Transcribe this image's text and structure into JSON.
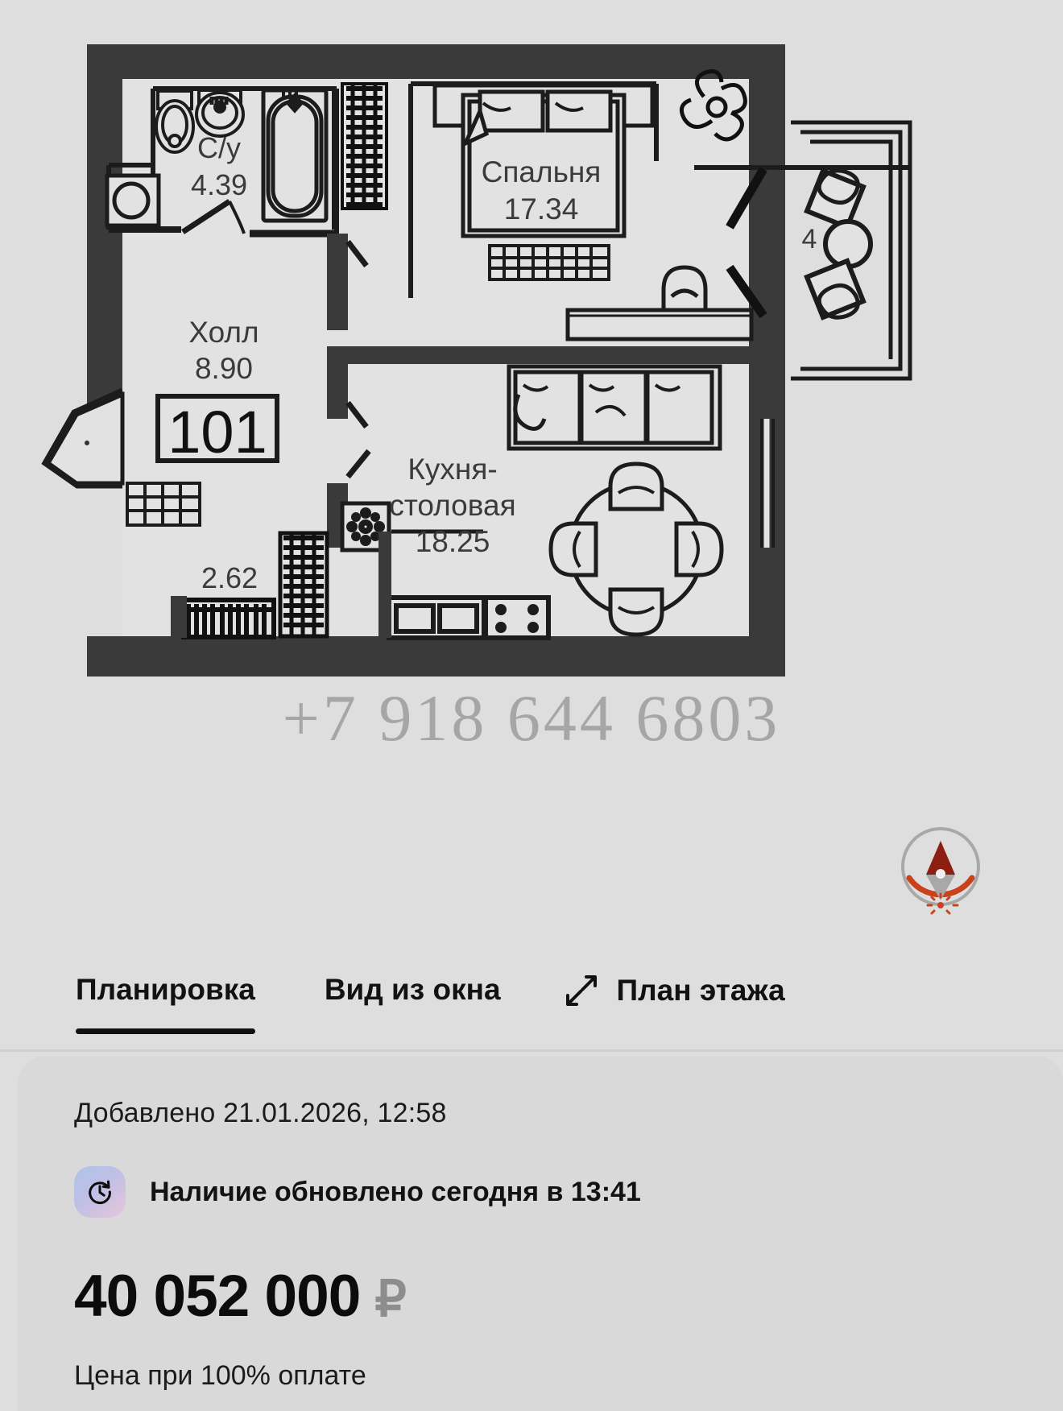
{
  "floor_plan": {
    "apartment_number": "101",
    "watermark": "+7 918 644 6803",
    "rooms": [
      {
        "name": "С/у",
        "area": "4.39"
      },
      {
        "name": "Спальня",
        "area": "17.34"
      },
      {
        "name": "Холл",
        "area": "8.90"
      },
      {
        "name": "Кухня-столовая",
        "area": "18.25"
      }
    ],
    "unlabeled_area": "2.62",
    "balcony_label": "4",
    "compass": {
      "name": "compass-rose",
      "needle_north_color": "#8c1e12",
      "needle_south_color": "#a8a8a8",
      "arc_color": "#c8431c",
      "ring_color": "#a8a8a8"
    }
  },
  "tabs": [
    {
      "label": "Планировка",
      "active": true
    },
    {
      "label": "Вид из окна",
      "active": false
    },
    {
      "label": "План этажа",
      "active": false,
      "icon": "expand-icon"
    }
  ],
  "info": {
    "added": "Добавлено 21.01.2026, 12:58",
    "availability": "Наличие обновлено сегодня в 13:41",
    "price_value": "40 052 000",
    "price_currency": "₽",
    "price_note": "Цена при 100% оплате"
  }
}
